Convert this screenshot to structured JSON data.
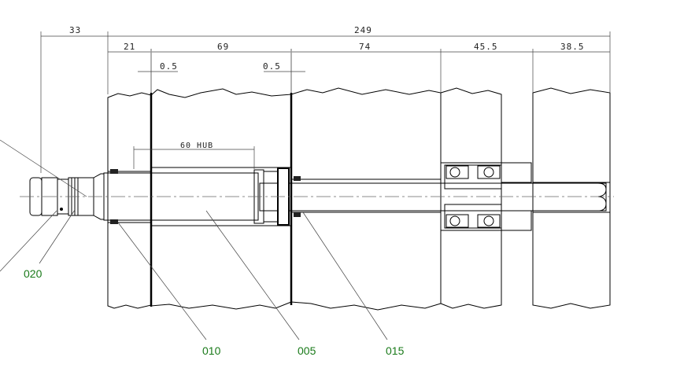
{
  "drawing": {
    "dimensions": {
      "overall_left": "33",
      "overall_total": "249",
      "seg_1": "21",
      "seg_2": "69",
      "seg_3": "74",
      "seg_4": "45.5",
      "seg_5": "38.5",
      "gap_left": "0.5",
      "gap_right": "0.5",
      "hub": "60 HUB"
    },
    "parts": [
      "020",
      "010",
      "005",
      "015"
    ],
    "colors": {
      "line": "#000000",
      "label": "#1a7a1a"
    }
  }
}
